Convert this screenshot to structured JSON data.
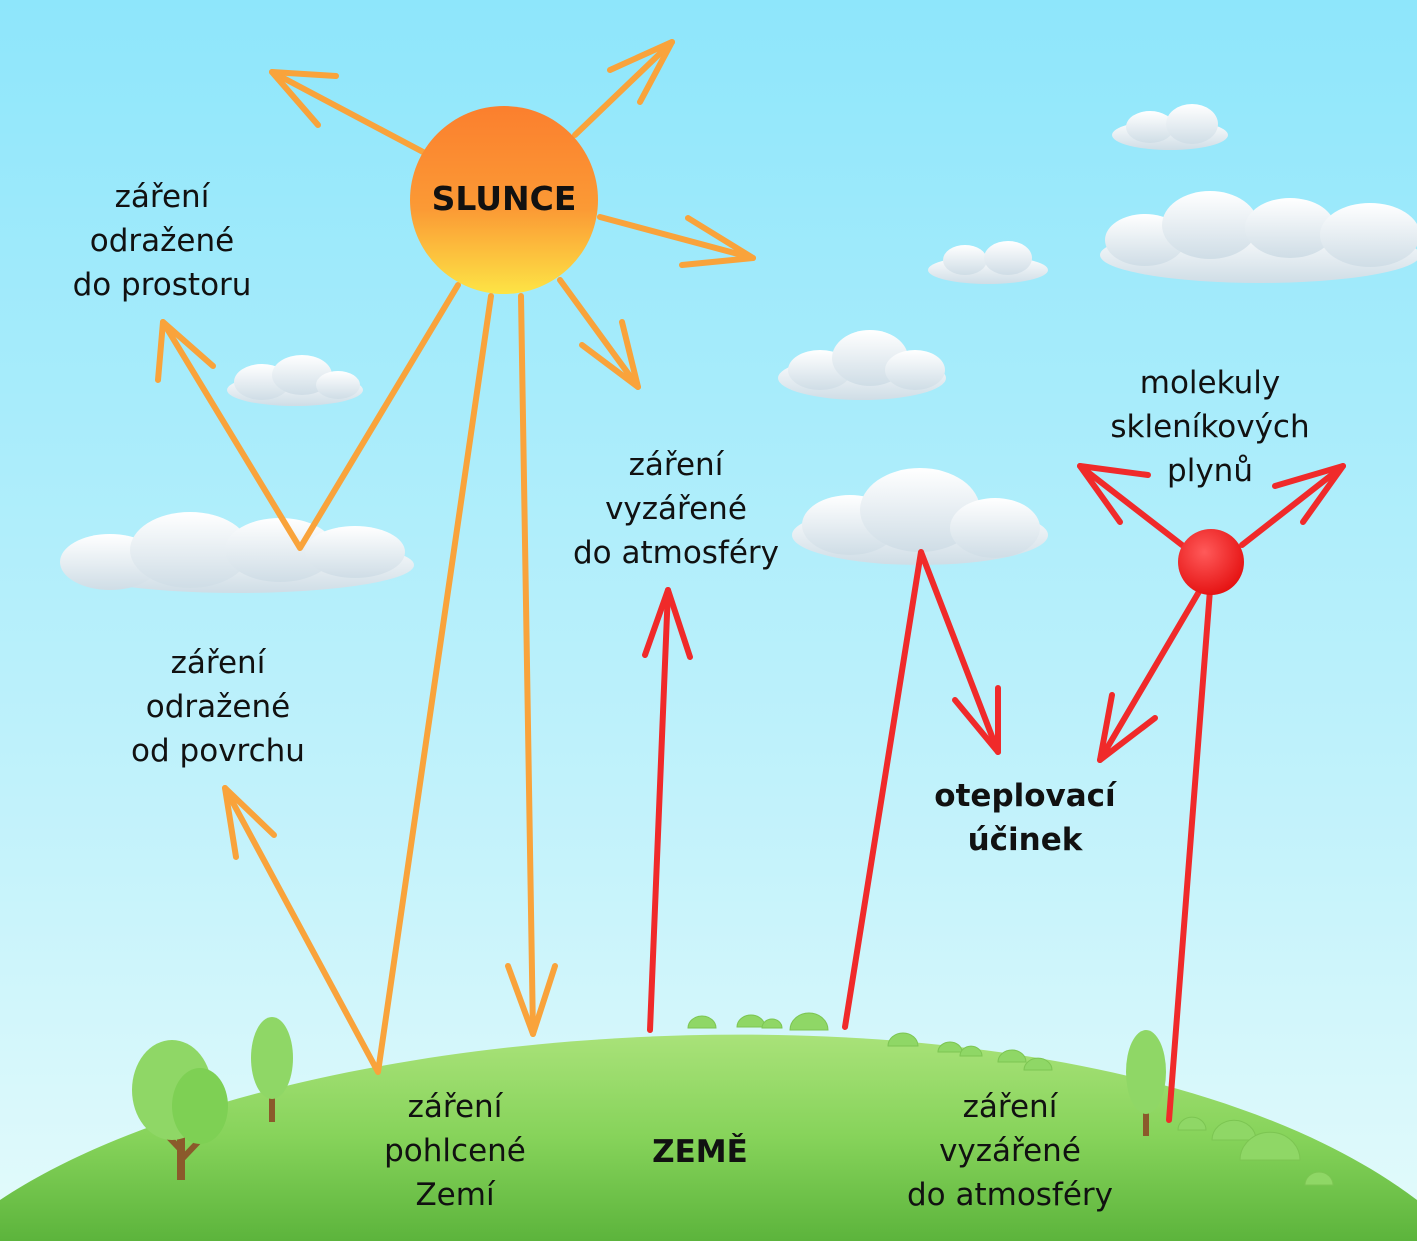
{
  "sun": {
    "label": "SLUNCE"
  },
  "earth": {
    "label": "ZEMĚ"
  },
  "labels": {
    "reflected_to_space": [
      "záření",
      "odražené",
      "do prostoru"
    ],
    "reflected_from_surface": [
      "záření",
      "odražené",
      "od povrchu"
    ],
    "emitted_to_atmosphere_mid": [
      "záření",
      "vyzářené",
      "do atmosféry"
    ],
    "absorbed_by_earth": [
      "záření",
      "pohlcené",
      "Zemí"
    ],
    "emitted_to_atmosphere_bottom": [
      "záření",
      "vyzářené",
      "do atmosféry"
    ],
    "greenhouse_molecules": [
      "molekuly",
      "skleníkových",
      "plynů"
    ],
    "warming_effect": [
      "oteplovací",
      "účinek"
    ]
  },
  "colors": {
    "sky_top": "#8ee6fb",
    "sky_bottom": "#e4fbfb",
    "sun_orange": "#fb8a2e",
    "sun_yellow": "#fde445",
    "solar_ray": "#f9a33b",
    "infrared_ray": "#f02a2a",
    "earth_green": "#7ccc4d"
  }
}
